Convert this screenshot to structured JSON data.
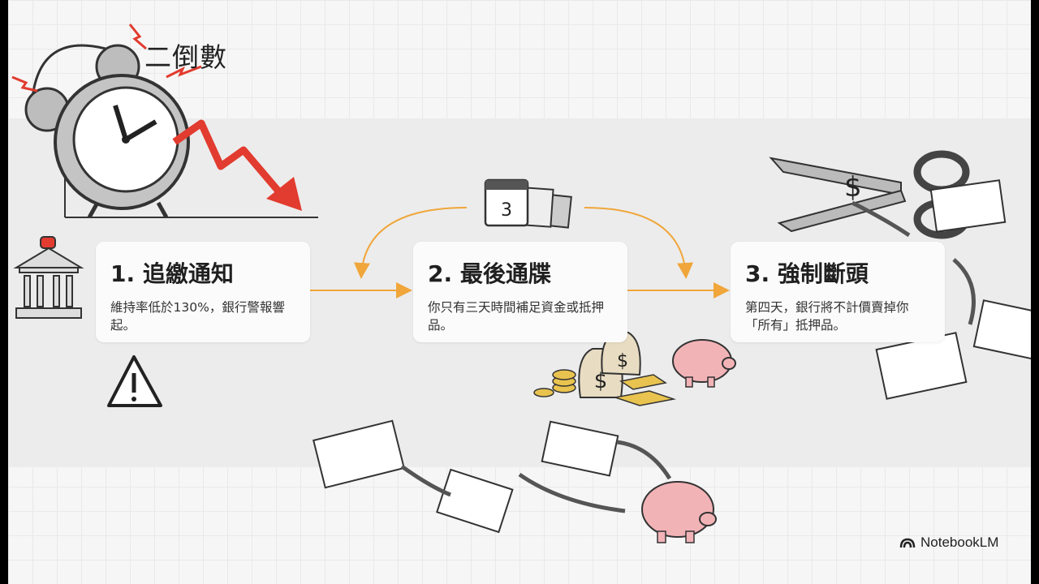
{
  "slide": {
    "title": "二倒數",
    "steps": [
      {
        "heading": "1. 追繳通知",
        "body": "維持率低於130%，銀行警報響起。"
      },
      {
        "heading": "2. 最後通牒",
        "body": "你只有三天時間補足資金或抵押品。"
      },
      {
        "heading": "3. 強制斷頭",
        "body": "第四天，銀行將不計價賣掉你「所有」抵押品。"
      }
    ],
    "calendar_day": "3",
    "brand": "NotebookLM"
  },
  "colors": {
    "arrow_orange": "#f0a63a",
    "alarm_red": "#e23b2f",
    "pig_pink": "#f2b3b7",
    "gold": "#e9c34f"
  },
  "icons": [
    "alarm-clock-icon",
    "down-trend-arrow-icon",
    "bank-siren-icon",
    "warning-icon",
    "calendar-icon",
    "money-bags-icon",
    "gold-bars-icon",
    "piggy-bank-icon",
    "scissors-icon",
    "chain-icon",
    "document-icon",
    "notebooklm-logo-icon"
  ]
}
